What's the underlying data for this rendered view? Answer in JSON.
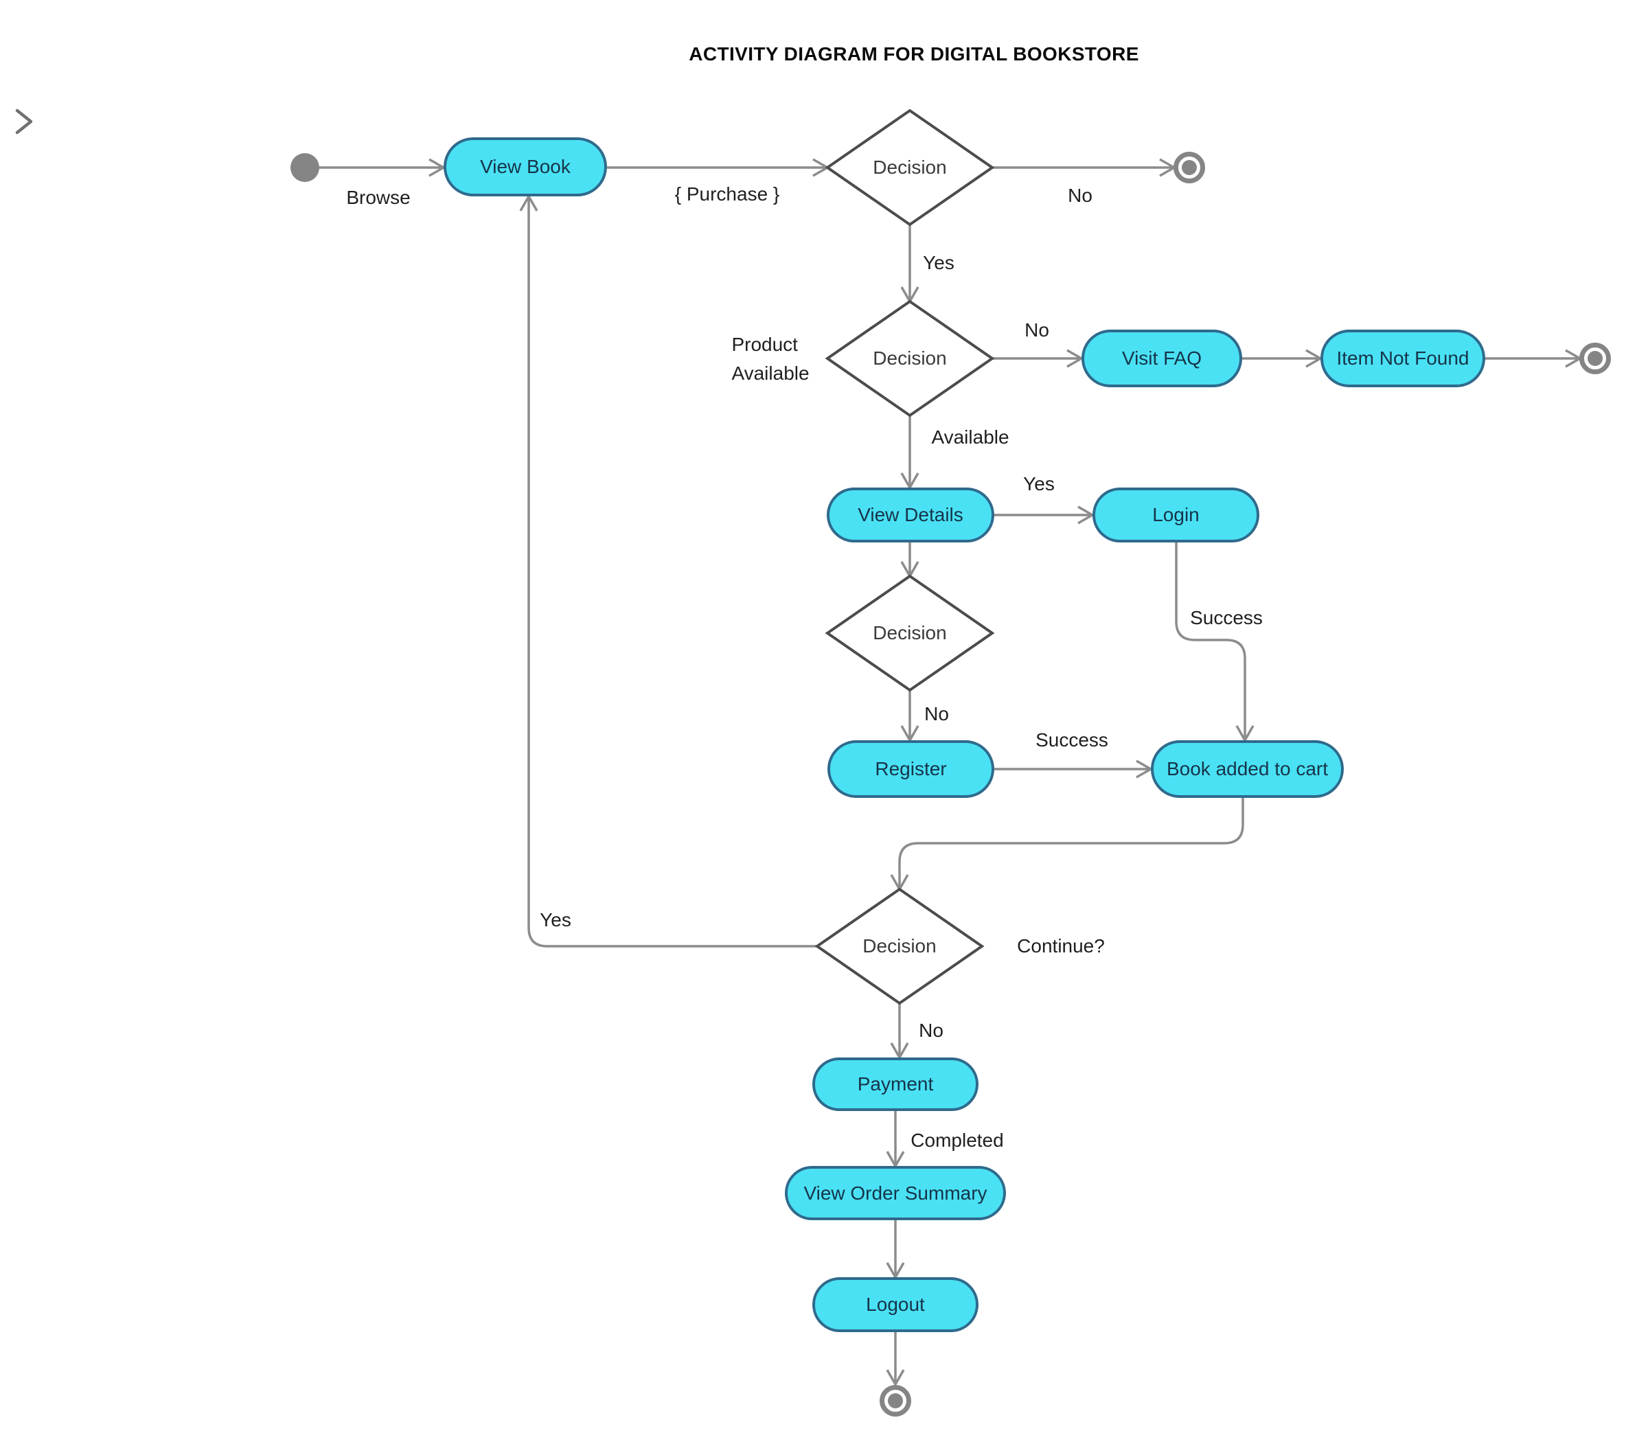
{
  "header": {
    "title": "ACTIVITY DIAGRAM FOR DIGITAL BOOKSTORE"
  },
  "toolbar": {
    "expand_panel_icon": "chevron-right"
  },
  "colors": {
    "activity_fill": "#4ae1f4",
    "activity_border": "#2f6a8c",
    "activity_text": "#163449",
    "decision_fill": "#ffffff",
    "decision_border": "#4c4c4c",
    "connector": "#8c8c8c",
    "terminal": "#858585",
    "label_text": "#1f1f1f"
  },
  "nodes": {
    "view_book": {
      "label": "View Book"
    },
    "decision_purchase": {
      "label": "Decision"
    },
    "decision_availability": {
      "label": "Decision"
    },
    "visit_faq": {
      "label": "Visit FAQ"
    },
    "item_not_found": {
      "label": "Item Not Found"
    },
    "view_details": {
      "label": "View Details"
    },
    "login": {
      "label": "Login"
    },
    "decision_account": {
      "label": "Decision"
    },
    "register": {
      "label": "Register"
    },
    "book_added_to_cart": {
      "label": "Book added to cart"
    },
    "decision_continue": {
      "label": "Decision"
    },
    "payment": {
      "label": "Payment"
    },
    "view_order_summary": {
      "label": "View Order Summary"
    },
    "logout": {
      "label": "Logout"
    }
  },
  "edge_labels": {
    "browse": "Browse",
    "purchase": "{ Purchase }",
    "no_purchase": "No",
    "yes_purchase": "Yes",
    "product_available": "Product\nAvailable",
    "not_available": "No",
    "available": "Available",
    "login_yes": "Yes",
    "login_success": "Success",
    "register_no": "No",
    "register_success": "Success",
    "continue_yes": "Yes",
    "continue_question": "Continue?",
    "continue_no": "No",
    "payment_completed": "Completed"
  }
}
